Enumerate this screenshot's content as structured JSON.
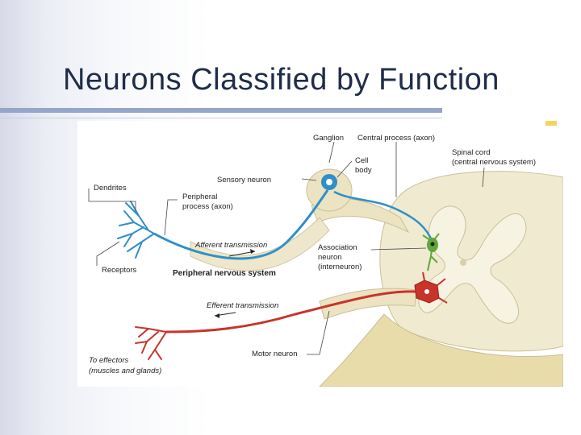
{
  "slide": {
    "title": "Neurons Classified by Function"
  },
  "diagram": {
    "labels": {
      "ganglion": "Ganglion",
      "central_process": "Central process (axon)",
      "spinal_cord_1": "Spinal cord",
      "spinal_cord_2": "(central nervous system)",
      "cell_body_1": "Cell",
      "cell_body_2": "body",
      "sensory_neuron": "Sensory neuron",
      "dendrites": "Dendrites",
      "peripheral_process_1": "Peripheral",
      "peripheral_process_2": "process (axon)",
      "afferent": "Afferent transmission",
      "association_1": "Association",
      "association_2": "neuron",
      "association_3": "(interneuron)",
      "receptors": "Receptors",
      "pns": "Peripheral nervous system",
      "efferent": "Efferent transmission",
      "motor_neuron": "Motor neuron",
      "effectors_1": "To effectors",
      "effectors_2": "(muscles and glands)"
    },
    "colors": {
      "sensory": "#2f8fc8",
      "motor": "#c8342a",
      "interneuron": "#5fa83a",
      "tissue": "#f0ead0",
      "gray_matter": "#f7f3e2",
      "nerve_sheath": "#ece3c2",
      "accent": "#f3d55c"
    }
  }
}
